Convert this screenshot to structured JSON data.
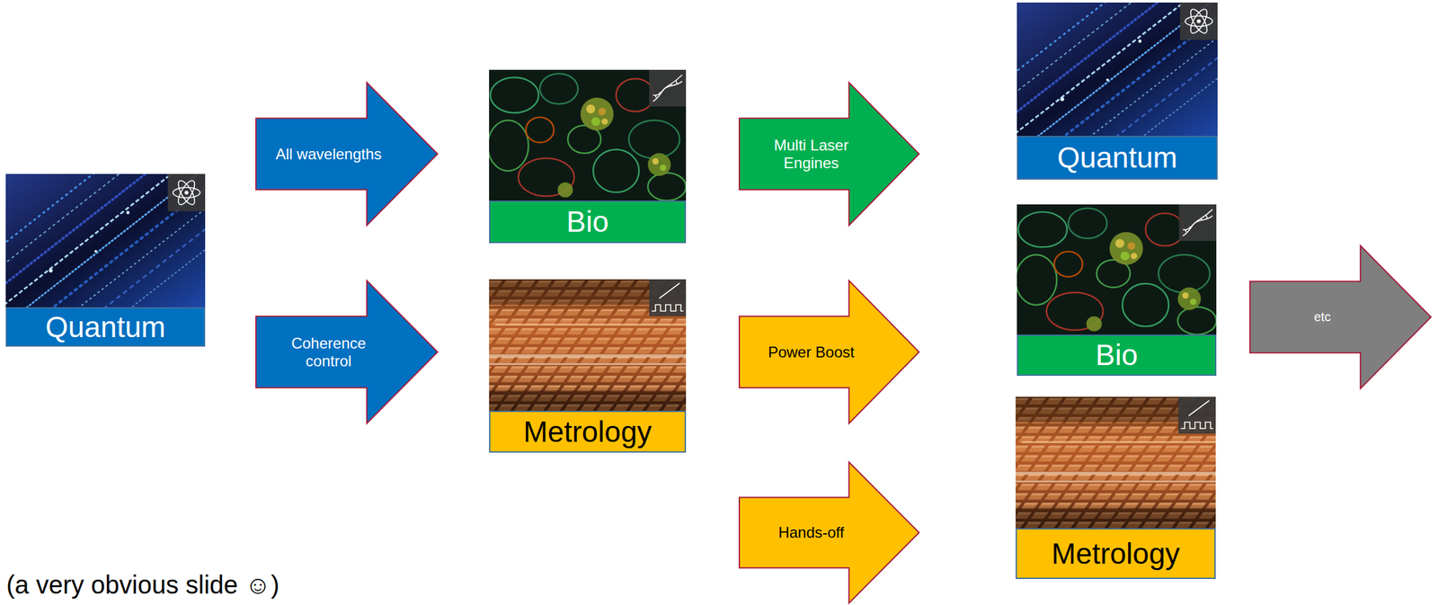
{
  "diagram": {
    "caption": "(a very obvious slide ☺)",
    "nodes": [
      {
        "text": [
          "Quantum"
        ]
      },
      {
        "text": [
          "All wavelengths"
        ]
      },
      {
        "text": [
          "Coherence control"
        ]
      },
      {
        "text": [
          "Bio"
        ]
      },
      {
        "text": [
          "Metrology"
        ]
      },
      {
        "text": [
          "Multi Laser Engines"
        ]
      },
      {
        "text": [
          "Power Boost"
        ]
      },
      {
        "text": [
          "Hands-off"
        ]
      },
      {
        "text": [
          "Quantum"
        ]
      },
      {
        "text": [
          "Bio"
        ]
      },
      {
        "text": [
          "Metrology"
        ]
      },
      {
        "text": [
          "etc"
        ]
      }
    ]
  }
}
